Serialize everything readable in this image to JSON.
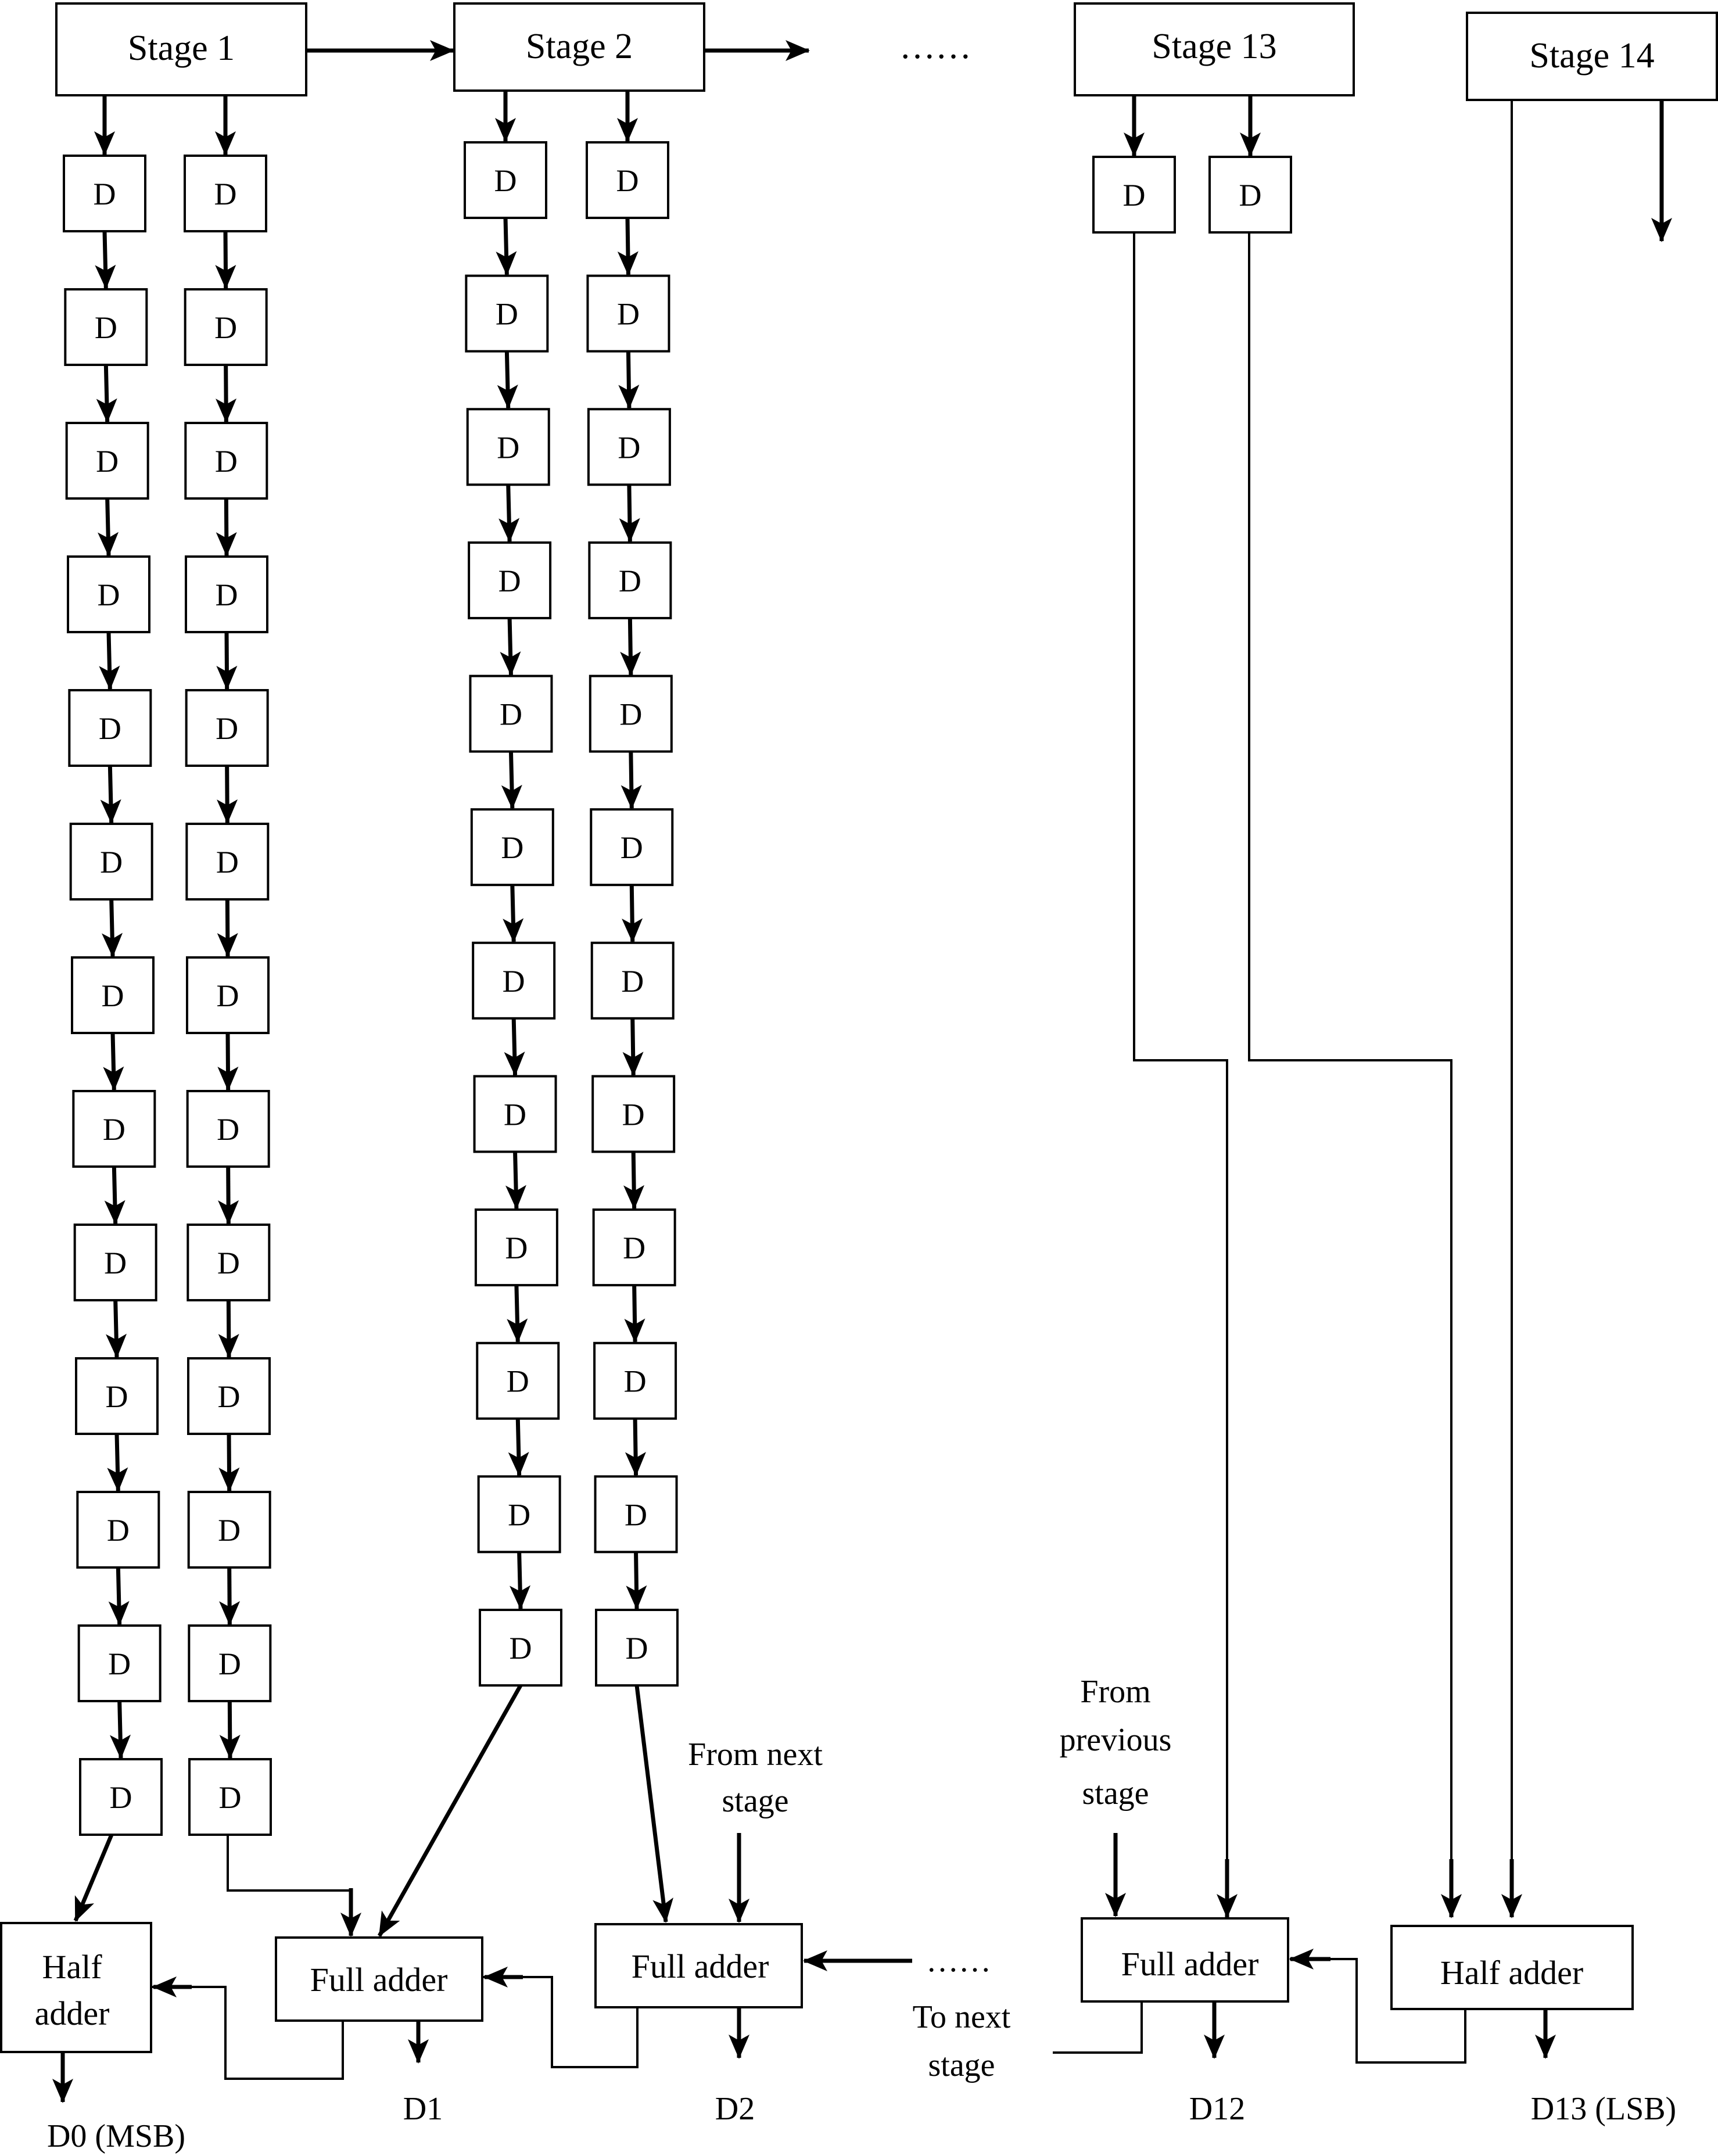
{
  "stages": {
    "stage1": "Stage 1",
    "stage2": "Stage 2",
    "stage13": "Stage 13",
    "stage14": "Stage 14",
    "top_ellipsis": "……"
  },
  "delay_label": "D",
  "adders": {
    "half_adder_left": [
      "Half",
      "adder"
    ],
    "full_adder_1": "Full adder",
    "full_adder_2": "Full adder",
    "full_adder_12": "Full adder",
    "half_adder_right": "Half adder"
  },
  "notes": {
    "from_next_stage": [
      "From next",
      "stage"
    ],
    "from_previous_stage": [
      "From",
      "previous",
      "stage"
    ],
    "to_next_stage": [
      "To next",
      "stage"
    ],
    "bottom_ellipsis": "……"
  },
  "outputs": {
    "d0": "D0 (MSB)",
    "d1": "D1",
    "d2": "D2",
    "d12": "D12",
    "d13": "D13 (LSB)"
  }
}
